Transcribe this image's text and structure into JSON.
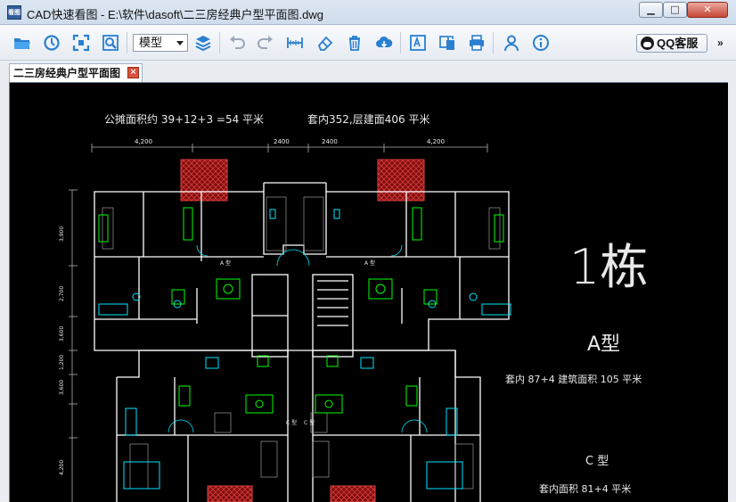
{
  "window": {
    "app_name": "CAD快速看图",
    "title": "CAD快速看图 - E:\\软件\\dasoft\\二三房经典户型平面图.dwg",
    "min_label": "▁",
    "max_label": "□",
    "close_label": "✕"
  },
  "toolbar": {
    "view_select": "模型",
    "qq_label": "QQ客服",
    "more_label": "»",
    "icons": [
      "open-folder-icon",
      "history-icon",
      "fullscreen-icon",
      "zoom-window-icon",
      "layers-icon",
      "undo-icon",
      "redo-icon",
      "measure-icon",
      "eraser-icon",
      "delete-icon",
      "cloud-download-icon",
      "text-search-icon",
      "convert-icon",
      "print-icon",
      "user-icon",
      "info-icon"
    ]
  },
  "tabs": [
    {
      "label": "二三房经典户型平面图",
      "close": "×"
    }
  ],
  "drawing": {
    "note_area": "公摊面积约 39+12+3 =54 平米",
    "note_total": "套内352,层建面406 平米",
    "building": "1栋",
    "type_a": "A型",
    "type_a_area": "套内 87+4  建筑面积 105 平米",
    "type_c": "C 型",
    "type_c_area": "套内面积 81+4 平米",
    "room_a_left": "A 型",
    "room_a_right": "A 型",
    "room_c_left": "C 型",
    "room_c_right": "C 型",
    "dim_top": [
      "4,200",
      "2400",
      "2400",
      "4,200"
    ],
    "dim_left": [
      "3,900",
      "2,700",
      "3,600",
      "1,200",
      "3,600",
      "4,200"
    ],
    "colors": {
      "background": "#000000",
      "walls": "#ffffff",
      "furniture_green": "#00ff00",
      "fixtures_cyan": "#00e5ff",
      "hatch_red": "#c41d1d",
      "text": "#e8e8e8"
    }
  }
}
